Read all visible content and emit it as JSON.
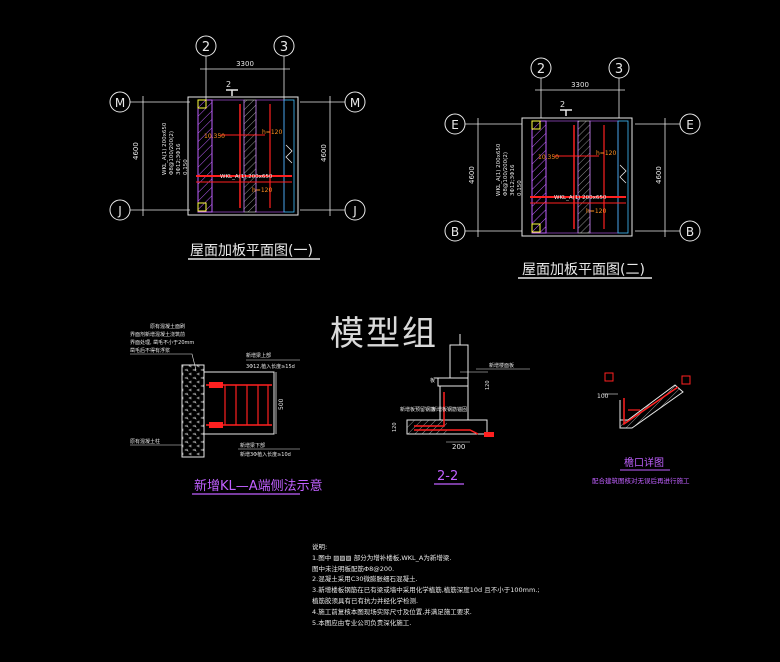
{
  "watermark": "模型组",
  "plan1": {
    "title": "屋面加板平面图(一)",
    "axes_top": [
      "2",
      "3"
    ],
    "axes_side": [
      "M",
      "J"
    ],
    "dim_width": "3300",
    "dim_height": "4600",
    "section_mark": "2",
    "beam_label": "WKL_A(1) 200x650",
    "beam_sub": "Φ8@100/200(2)",
    "beam_bar1": "3Φ12;3Φ16",
    "beam_bar2": "0.150",
    "slab_mark": "h=120",
    "elev_mark": "10.350"
  },
  "plan2": {
    "title": "屋面加板平面图(二)",
    "axes_top": [
      "2",
      "3"
    ],
    "axes_side": [
      "E",
      "B"
    ],
    "dim_width": "3300",
    "dim_height": "4600",
    "section_mark": "2",
    "beam_label": "WKL_A(1) 200x650",
    "beam_sub": "Φ8@100/200(2)",
    "beam_bar1": "3Φ12;3Φ16",
    "beam_bar2": "0.150",
    "slab_mark": "h=120",
    "elev_mark": "10.350"
  },
  "detail_kl": {
    "title": "新增KL—A端侧法示意",
    "note1": "原有混凝土面刷",
    "note2": "界面剂新增混凝土浇筑前",
    "note3": "界面处理, 凿毛不小于20mm",
    "note4": "凿毛后不得有浮浆",
    "top_label": "新增梁上部",
    "top_label2": "3Φ12,植入长度≥15d",
    "bottom_label": "新增梁下部",
    "bottom_label2": "新增3Φ植入长度≥10d",
    "dim": "500",
    "left_label": "原有混凝土柱"
  },
  "section22": {
    "title": "2-2",
    "label_top": "板",
    "label_right": "新增楼面板",
    "label_left": "新增板预留钢筋",
    "label_left2": "新增板钢筋锚固",
    "dim_bottom": "200",
    "dim_side": "120",
    "dim_side2": "120"
  },
  "eave": {
    "title": "檐口详图",
    "subtitle": "配合建筑图核对无误后再进行施工",
    "dim": "100"
  },
  "notes": {
    "heading": "说明:",
    "lines": [
      "1.图中 ▨▨▨ 部分为增补楼板,WKL_A为新增梁.",
      "   图中未注明板配筋Φ8@200.",
      "2.混凝土采用C30微膨胀细石混凝土.",
      "3.新增楼板钢筋在已有梁或墙中采用化学植筋,植筋深度10d 且不小于100mm.;",
      "   植筋胶须具有已有抗力并经化学检测.",
      "4.施工前复核本图现场实际尺寸及位置,并满足施工要求.",
      "5.本图应由专业公司负责深化施工."
    ]
  },
  "colors": {
    "background": "#000000",
    "line_white": "#e8e8e8",
    "beam_red": "#ff2020",
    "hatch_purple": "#c060ff",
    "yellow": "#ffff40",
    "cyan": "#40c0ff",
    "orange": "#ff9020",
    "green": "#40ff60"
  }
}
